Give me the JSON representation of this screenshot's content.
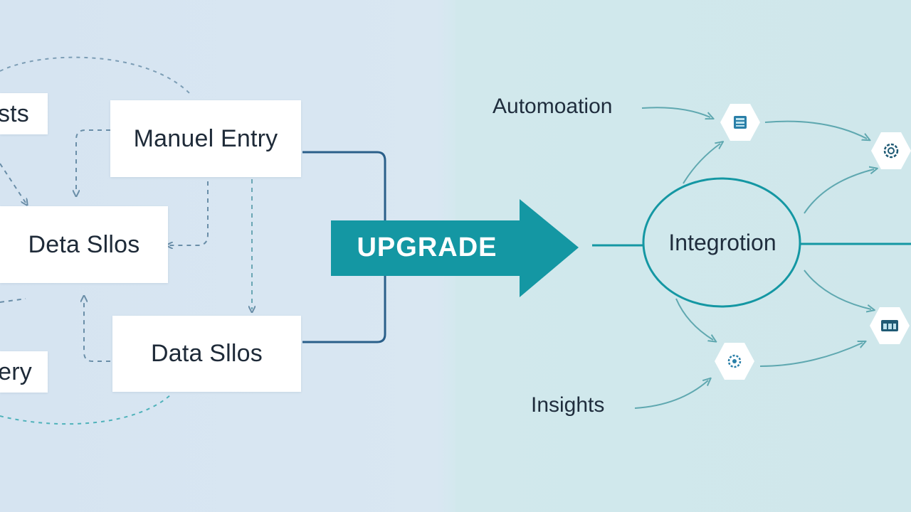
{
  "diagram": {
    "left": {
      "boxes": {
        "partial_top": "sts",
        "manual_entry": "Manuel Entry",
        "data_silos_middle": "Deta Sllos",
        "data_silos_bottom": "Data Sllos",
        "partial_bottom": "ery"
      }
    },
    "upgrade_label": "UPGRADE",
    "right": {
      "automation": "Automoation",
      "integration": "Integrotion",
      "insights": "Insights",
      "icons": [
        "server-icon",
        "gear-icon",
        "dashboard-icon",
        "settings-icon"
      ]
    },
    "colors": {
      "teal": "#1497a3",
      "dark_blue": "#2a5f8a",
      "dashed": "#6a8ea8",
      "box_bg": "#ffffff"
    }
  }
}
